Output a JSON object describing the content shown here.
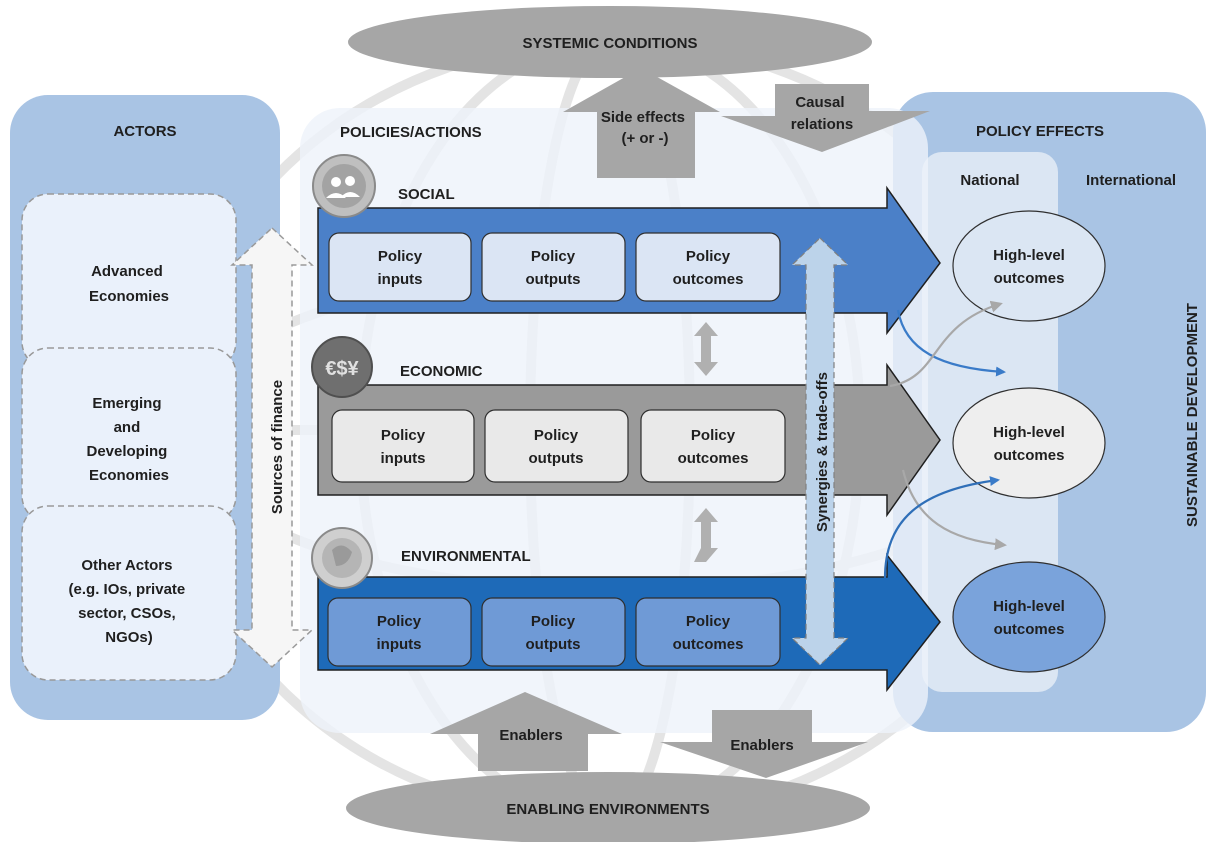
{
  "systemic_conditions": "SYSTEMIC CONDITIONS",
  "enabling_environments": "ENABLING ENVIRONMENTS",
  "actors": {
    "title": "ACTORS",
    "groups": [
      [
        "Advanced",
        "Economies"
      ],
      [
        "Emerging",
        "and",
        "Developing",
        "Economies"
      ],
      [
        "Other Actors",
        "(e.g. IOs, private",
        "sector, CSOs,",
        "NGOs)"
      ]
    ]
  },
  "sources_of_finance": "Sources of finance",
  "policies": {
    "title": "POLICIES/ACTIONS",
    "rows": [
      {
        "name": "SOCIAL",
        "boxes": [
          [
            "Policy",
            "inputs"
          ],
          [
            "Policy",
            "outputs"
          ],
          [
            "Policy",
            "outcomes"
          ]
        ]
      },
      {
        "name": "ECONOMIC",
        "boxes": [
          [
            "Policy",
            "inputs"
          ],
          [
            "Policy",
            "outputs"
          ],
          [
            "Policy",
            "outcomes"
          ]
        ]
      },
      {
        "name": "ENVIRONMENTAL",
        "boxes": [
          [
            "Policy",
            "inputs"
          ],
          [
            "Policy",
            "outputs"
          ],
          [
            "Policy",
            "outcomes"
          ]
        ]
      }
    ]
  },
  "side_effects": [
    "Side effects",
    "(+ or -)"
  ],
  "causal_relations": [
    "Causal",
    "relations"
  ],
  "synergies": "Synergies & trade-offs",
  "enablers_left": "Enablers",
  "enablers_right": "Enablers",
  "policy_effects": {
    "title": "POLICY EFFECTS",
    "national": "National",
    "international": "International",
    "outcomes": [
      [
        "High-level",
        "outcomes"
      ],
      [
        "High-level",
        "outcomes"
      ],
      [
        "High-level",
        "outcomes"
      ]
    ]
  },
  "sustainable_development": "SUSTAINABLE DEVELOPMENT",
  "colors": {
    "social": "#4b80c8",
    "economic": "#9a9a9a",
    "environmental": "#1e6ab8",
    "panel": "#a9c4e4"
  }
}
